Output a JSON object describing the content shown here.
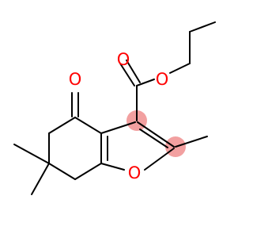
{
  "molecule": {
    "atoms": [
      {
        "name": "ketone-oxygen",
        "label": "O",
        "color": "#ff0000"
      },
      {
        "name": "ester-carbonyl-oxygen",
        "label": "O",
        "color": "#ff0000"
      },
      {
        "name": "ester-oxygen",
        "label": "O",
        "color": "#ff0000"
      },
      {
        "name": "furan-oxygen",
        "label": "O",
        "color": "#ff0000"
      }
    ],
    "highlight_color": "#f2a0a0",
    "bond_color": "#000000"
  }
}
